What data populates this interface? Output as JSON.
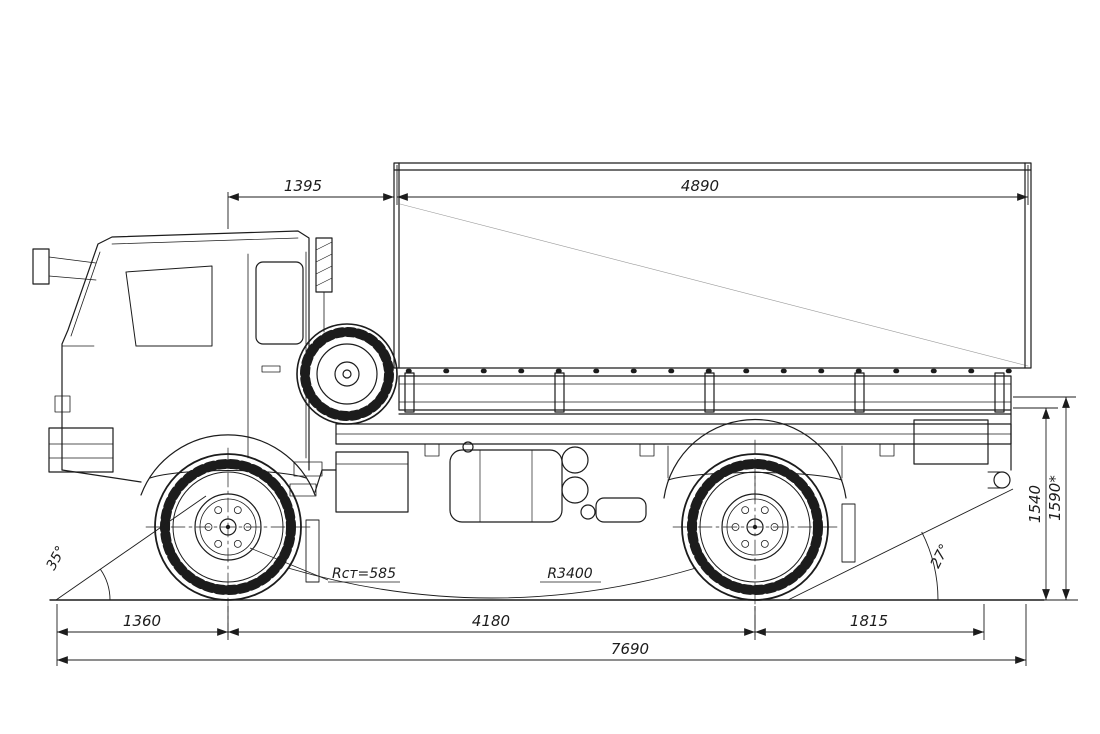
{
  "drawing": {
    "type": "technical-side-view-dimension-drawing",
    "subject": "two-axle flatbed truck with tarpaulin-covered cargo platform",
    "line_color": "#1c1c1c",
    "background_color": "#ffffff"
  },
  "dimensions": {
    "front_axle_to_platform": "1395",
    "platform_length": "4890",
    "loading_height": "1540",
    "loading_height_unladen": "1590*",
    "approach_angle": "35°",
    "departure_angle": "27°",
    "static_wheel_radius": "Rст=585",
    "ramp_radius": "R3400",
    "front_overhang": "1360",
    "wheelbase": "4180",
    "rear_overhang": "1815",
    "overall_length": "7690"
  }
}
